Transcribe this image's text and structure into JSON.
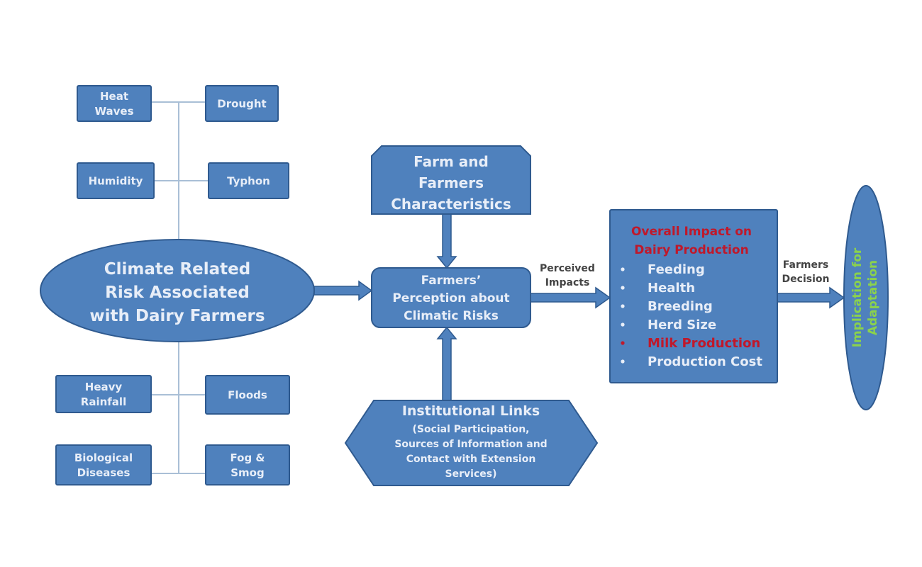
{
  "colors": {
    "node_fill": "#4f81bd",
    "node_stroke": "#2f5a8f",
    "connector": "#a9bfd6",
    "node_text": "#e8eef8",
    "highlight_red": "#c0182a",
    "highlight_green": "#8bd24c",
    "edge_label": "#444444"
  },
  "risk_factors": {
    "top": [
      {
        "id": "heat-waves",
        "lines": [
          "Heat",
          "Waves"
        ]
      },
      {
        "id": "drought",
        "lines": [
          "Drought"
        ]
      },
      {
        "id": "humidity",
        "lines": [
          "Humidity"
        ]
      },
      {
        "id": "typhon",
        "lines": [
          "Typhon"
        ]
      }
    ],
    "bottom": [
      {
        "id": "heavy-rainfall",
        "lines": [
          "Heavy",
          "Rainfall"
        ]
      },
      {
        "id": "floods",
        "lines": [
          "Floods"
        ]
      },
      {
        "id": "biological-diseases",
        "lines": [
          "Biological",
          "Diseases"
        ]
      },
      {
        "id": "fog-smog",
        "lines": [
          "Fog &",
          "Smog"
        ]
      }
    ]
  },
  "climate_risk": {
    "lines": [
      "Climate Related",
      "Risk Associated",
      "with Dairy Farmers"
    ]
  },
  "farm_characteristics": {
    "lines": [
      "Farm and",
      "Farmers",
      "Characteristics"
    ]
  },
  "perception": {
    "lines": [
      "Farmers’",
      "Perception about",
      "Climatic Risks"
    ]
  },
  "institutional_links": {
    "title": "Institutional Links",
    "lines": [
      "(Social Participation,",
      "Sources of Information  and",
      "Contact with Extension",
      "Services)"
    ]
  },
  "edge_labels": {
    "perceived_impacts": [
      "Perceived",
      "Impacts"
    ],
    "farmers_decision": [
      "Farmers",
      "Decision"
    ]
  },
  "overall_impact": {
    "title_lines": [
      "Overall Impact on",
      "Dairy Production"
    ],
    "items": [
      {
        "label": "Feeding",
        "highlight": false
      },
      {
        "label": "Health",
        "highlight": false
      },
      {
        "label": "Breeding",
        "highlight": false
      },
      {
        "label": "Herd Size",
        "highlight": false
      },
      {
        "label": "Milk Production",
        "highlight": true
      },
      {
        "label": "Production Cost",
        "highlight": false
      }
    ]
  },
  "adaptation": {
    "lines": [
      "Implication for",
      "Adaptation"
    ]
  }
}
